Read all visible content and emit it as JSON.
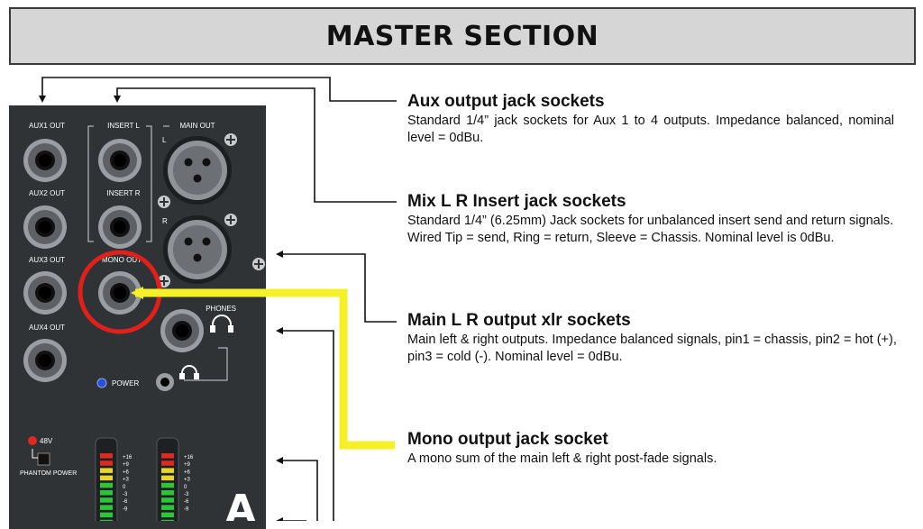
{
  "header": {
    "title": "MASTER SECTION"
  },
  "panel": {
    "labels": {
      "aux1": "AUX1 OUT",
      "aux2": "AUX2 OUT",
      "aux3": "AUX3 OUT",
      "aux4": "AUX4 OUT",
      "insert_l": "INSERT  L",
      "insert_r": "INSERT  R",
      "main_out": "MAIN OUT",
      "main_l": "L",
      "main_r": "R",
      "mono_out": "MONO OUT",
      "phones": "PHONES",
      "power": "POWER",
      "v48": "48V",
      "phantom": "PHANTOM POWER"
    },
    "meter_scale": [
      "+16",
      "+9",
      "+6",
      "+3",
      "0",
      "-3",
      "-6",
      "-9"
    ]
  },
  "descriptions": [
    {
      "title": "Aux output jack sockets",
      "body": "Standard 1/4” jack sockets for Aux 1 to 4 outputs. Impedance balanced, nominal level = 0dBu."
    },
    {
      "title": "Mix L R Insert jack sockets",
      "body": "Standard 1/4” (6.25mm) Jack sockets for unbalanced insert send and return signals. Wired Tip = send, Ring = return, Sleeve = Chassis. Nominal level is 0dBu."
    },
    {
      "title": "Main L R output xlr sockets",
      "body": "Main left & right outputs. Impedance balanced signals, pin1 = chassis, pin2 = hot (+), pin3 = cold (-). Nominal level = 0dBu."
    },
    {
      "title": "Mono output jack socket",
      "body": "A mono sum of the main left & right post-fade signals."
    }
  ],
  "colors": {
    "panel": "#2f3336",
    "highlight": "#f5f028",
    "circle": "#e0201a",
    "meter_green": "#2fc43a",
    "meter_yellow": "#e6d62a",
    "meter_red": "#e02a20"
  }
}
